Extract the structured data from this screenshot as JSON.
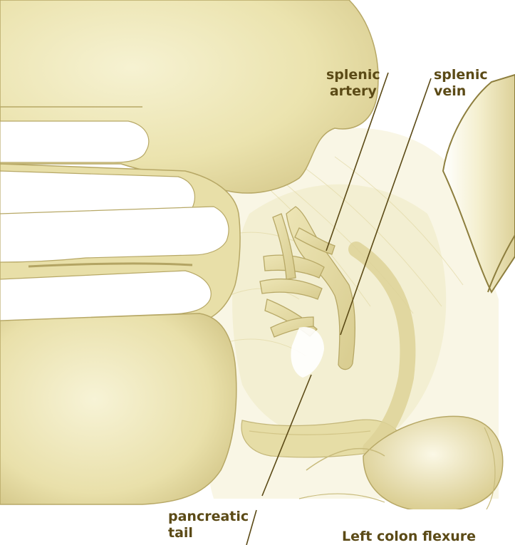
{
  "labels": {
    "splenic_artery": [
      "splenic",
      "artery"
    ],
    "splenic_vein": [
      "splenic",
      "vein"
    ],
    "pancreatic_tail": [
      "pancreatic",
      "tail"
    ],
    "left_colon_flexure": "Left colon flexure"
  },
  "colors": {
    "organ_fill": "#ece6b3",
    "organ_light": "#f6f2d4",
    "organ_dark": "#d5c98a",
    "outline": "#9a8a4a",
    "label_text": "#5b4a16",
    "leader_line": "#5b4a16"
  }
}
